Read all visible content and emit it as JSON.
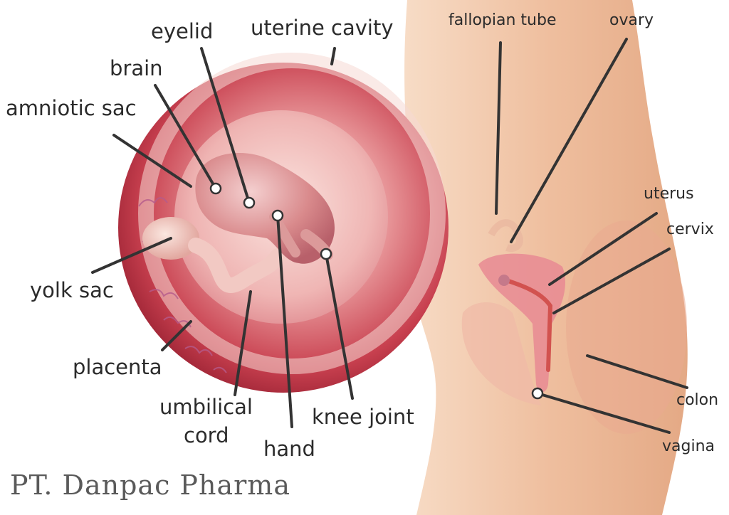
{
  "labels": {
    "eyelid": "eyelid",
    "uterine_cavity": "uterine cavity",
    "brain": "brain",
    "amniotic_sac": "amniotic sac",
    "yolk_sac": "yolk sac",
    "placenta": "placenta",
    "umbilical_cord_line1": "umbilical",
    "umbilical_cord_line2": "cord",
    "hand": "hand",
    "knee_joint": "knee joint",
    "fallopian_tube": "fallopian tube",
    "ovary": "ovary",
    "uterus": "uterus",
    "cervix": "cervix",
    "colon": "colon",
    "vagina": "vagina"
  },
  "watermark": "PT. Danpac Pharma",
  "colors": {
    "label_text": "#2b2b2b",
    "leader_line": "#333333",
    "skin": "#f2c6a4",
    "sac_outer": "#c9404d",
    "sac_inner": "#f3c2c0",
    "embryo": "#d98a8c",
    "organ_pink": "#e88a93"
  }
}
